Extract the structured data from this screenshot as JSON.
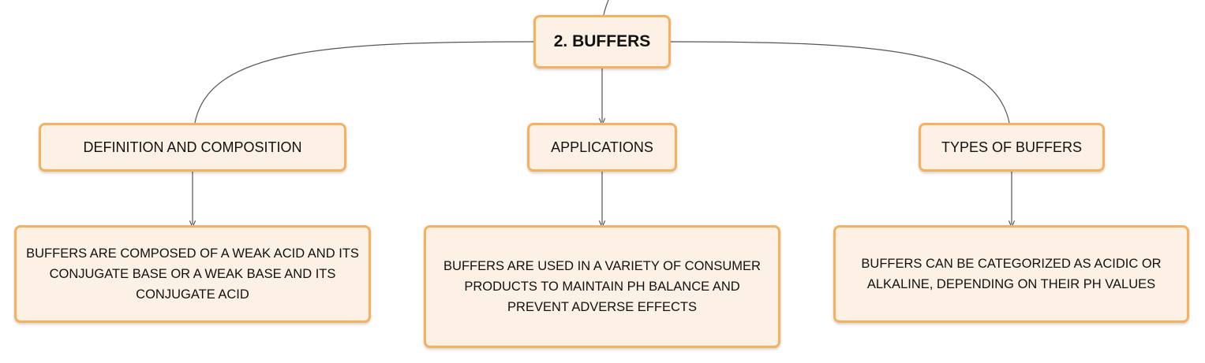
{
  "root": {
    "label": "2. BUFFERS"
  },
  "topics": [
    {
      "label": "DEFINITION AND COMPOSITION",
      "detail": "BUFFERS ARE COMPOSED OF A WEAK ACID AND ITS CONJUGATE BASE OR A WEAK BASE AND ITS CONJUGATE ACID"
    },
    {
      "label": "APPLICATIONS",
      "detail": "BUFFERS ARE USED IN A VARIETY OF CONSUMER PRODUCTS TO MAINTAIN PH BALANCE AND PREVENT ADVERSE EFFECTS"
    },
    {
      "label": "TYPES OF BUFFERS",
      "detail": "BUFFERS CAN BE CATEGORIZED AS ACIDIC OR ALKALINE, DEPENDING ON THEIR PH VALUES"
    }
  ],
  "colors": {
    "node_fill": "#fdf1e6",
    "node_border": "#f5b15e",
    "connector": "#555555",
    "text": "#111111"
  }
}
